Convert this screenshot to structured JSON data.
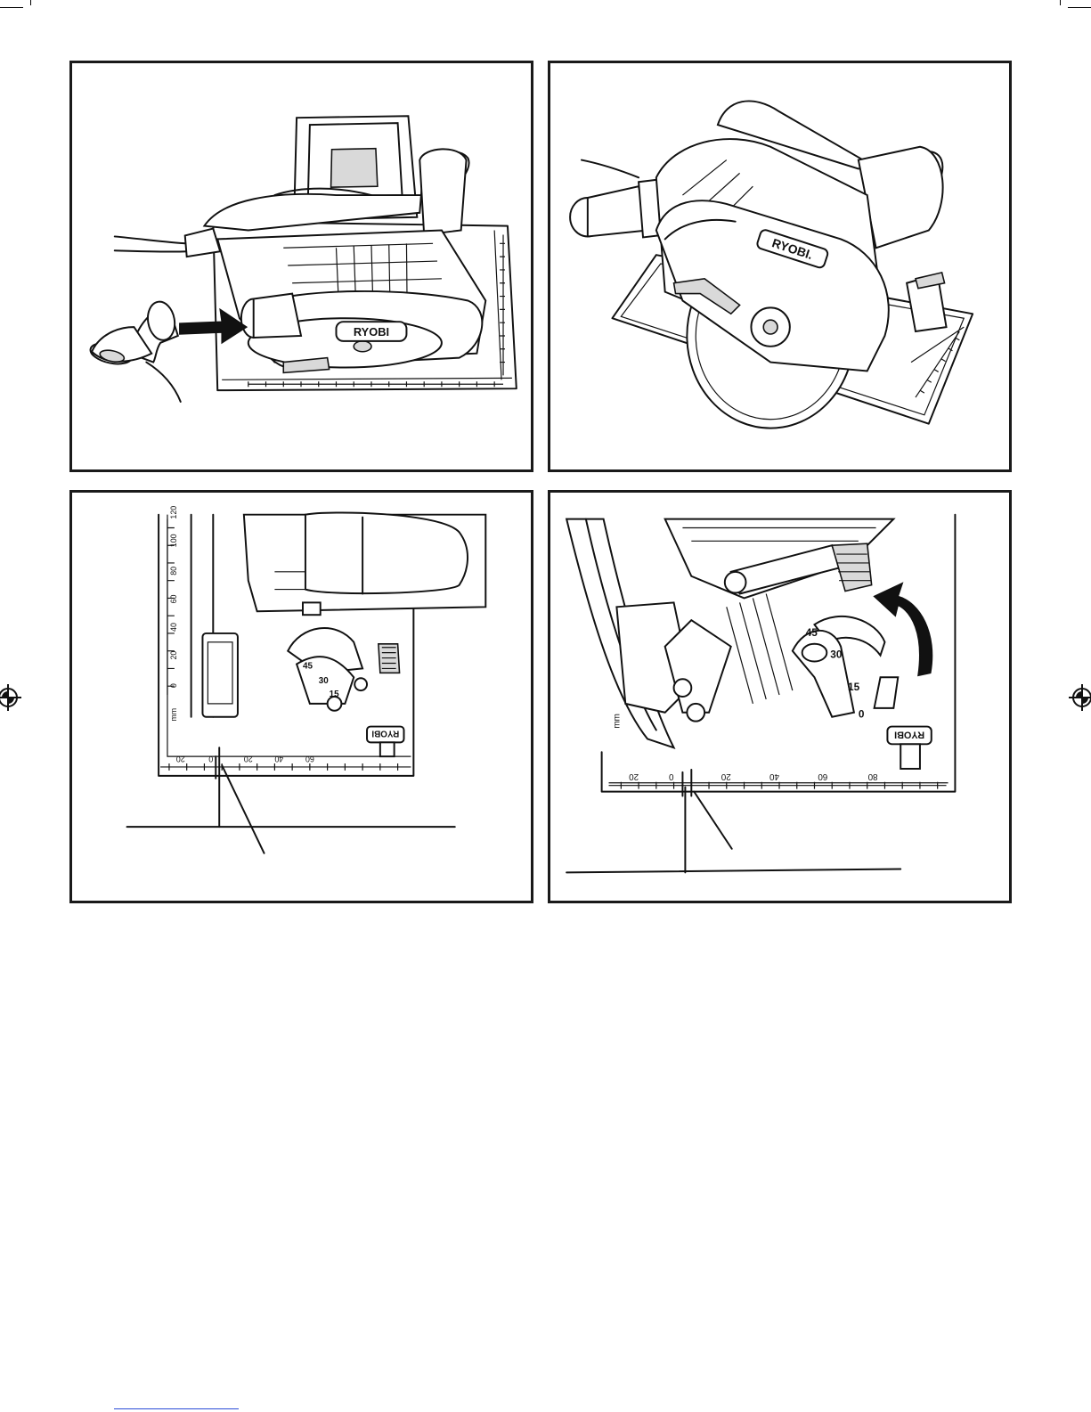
{
  "figure1": {
    "brand": "RYOBI",
    "arrow": "right-arrow"
  },
  "figure2": {
    "brand": "RYOBI."
  },
  "figure3": {
    "unit": "mm",
    "side_scale": [
      "120",
      "100",
      "80",
      "60",
      "40",
      "20",
      "0"
    ],
    "bottom_scale_left": [
      "20",
      "0"
    ],
    "bottom_scale_right": [
      "20",
      "40",
      "60"
    ],
    "bevel_marks": [
      "45",
      "30",
      "15"
    ],
    "brand": "RYOBI"
  },
  "figure4": {
    "unit": "mm",
    "bevel_marks": [
      "45",
      "30",
      "15",
      "0"
    ],
    "bottom_scale_left": [
      "20",
      "0"
    ],
    "bottom_scale_right": [
      "20",
      "40",
      "60",
      "80"
    ],
    "brand": "RYOBI",
    "arrow": "curved-arrow"
  }
}
